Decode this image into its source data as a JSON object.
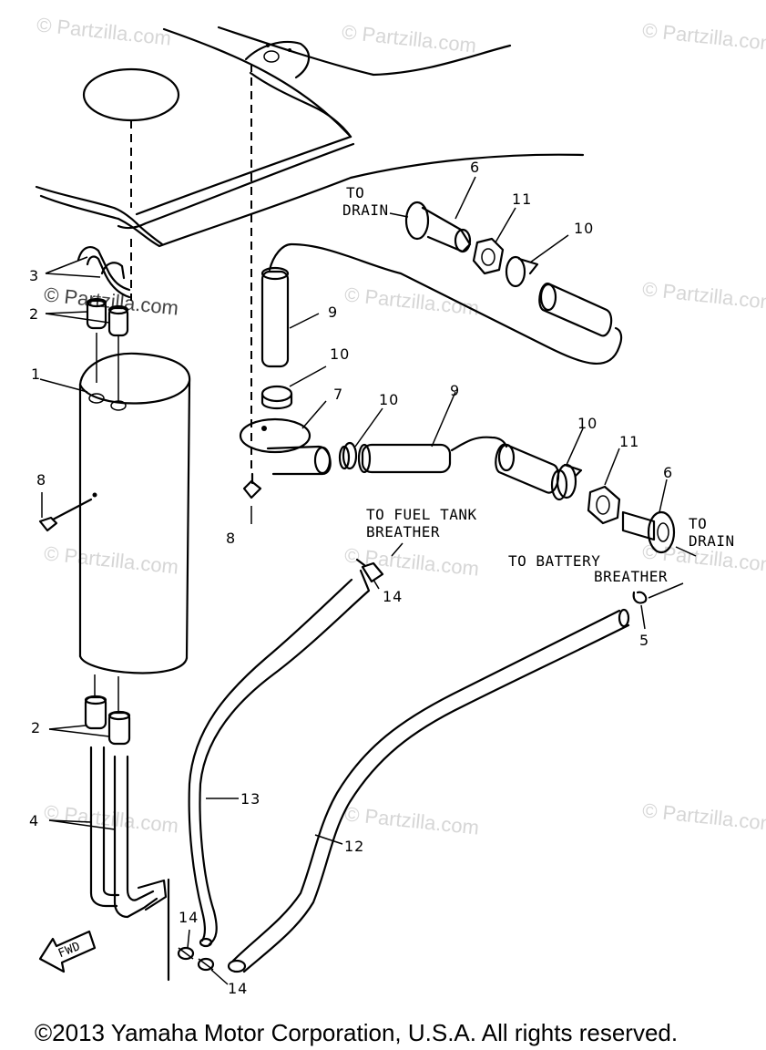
{
  "diagram": {
    "callouts": {
      "c1": "1",
      "c2a": "2",
      "c2b": "2",
      "c3": "3",
      "c4": "4",
      "c5": "5",
      "c6a": "6",
      "c6b": "6",
      "c7": "7",
      "c8a": "8",
      "c8b": "8",
      "c9a": "9",
      "c9b": "9",
      "c10a": "10",
      "c10b": "10",
      "c10c": "10",
      "c10d": "10",
      "c11a": "11",
      "c11b": "11",
      "c12": "12",
      "c13": "13",
      "c14a": "14",
      "c14b": "14",
      "c14c": "14"
    },
    "labels": {
      "to_drain_top_1": "TO",
      "to_drain_top_2": "DRAIN",
      "to_drain_right_1": "TO",
      "to_drain_right_2": "DRAIN",
      "fuel_tank_1": "TO FUEL TANK",
      "fuel_tank_2": "BREATHER",
      "battery_1": "TO BATTERY",
      "battery_2": "BREATHER",
      "fwd": "FWD"
    },
    "watermark": "© Partzilla.com"
  },
  "footer": {
    "copyright": "©2013  Yamaha Motor Corporation, U.S.A. All rights reserved."
  }
}
